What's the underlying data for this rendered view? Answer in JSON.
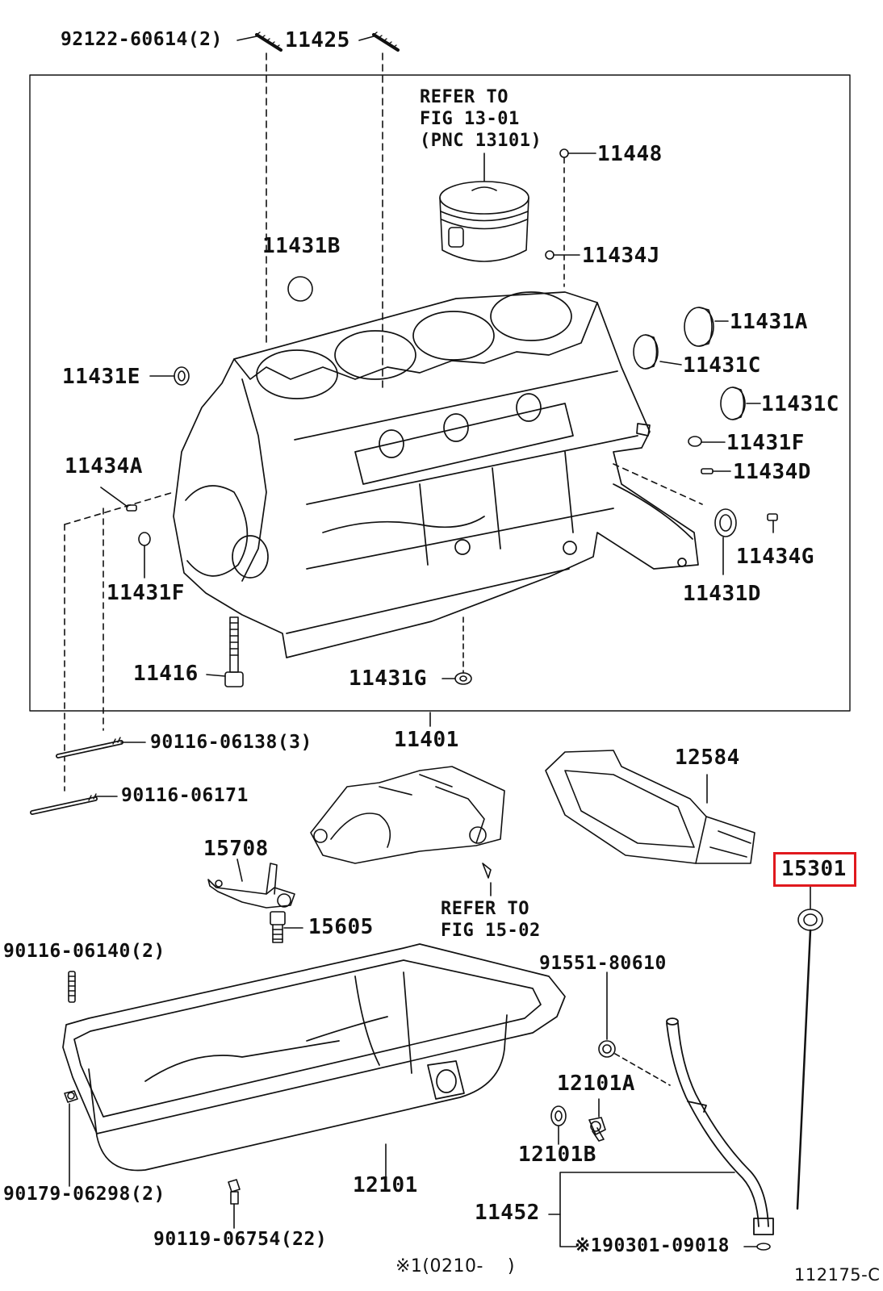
{
  "diagram_id": "112175-C",
  "highlighted_part": "15301",
  "notes": {
    "refer_top": "REFER TO\nFIG 13-01\n(PNC 13101)",
    "refer_mid": "REFER TO\nFIG 15-02",
    "footnote": "※1(0210-    )"
  },
  "parts": {
    "p92122": "92122-60614(2)",
    "p11425": "11425",
    "p11448": "11448",
    "p11434J": "11434J",
    "p11431B": "11431B",
    "p11431A": "11431A",
    "p11431C1": "11431C",
    "p11431C2": "11431C",
    "p11431E": "11431E",
    "p11431F_r": "11431F",
    "p11434D": "11434D",
    "p11434A": "11434A",
    "p11434G": "11434G",
    "p11431F_l": "11431F",
    "p11431D": "11431D",
    "p11416": "11416",
    "p11431G": "11431G",
    "p90116_138": "90116-06138(3)",
    "p11401": "11401",
    "p12584": "12584",
    "p90116_171": "90116-06171",
    "p15708": "15708",
    "p15301": "15301",
    "p15605": "15605",
    "p90116_140": "90116-06140(2)",
    "p91551": "91551-80610",
    "p12101A": "12101A",
    "p12101B": "12101B",
    "p90179": "90179-06298(2)",
    "p12101": "12101",
    "p11452": "11452",
    "p90119": "90119-06754(22)",
    "p190301": "※190301-09018"
  }
}
